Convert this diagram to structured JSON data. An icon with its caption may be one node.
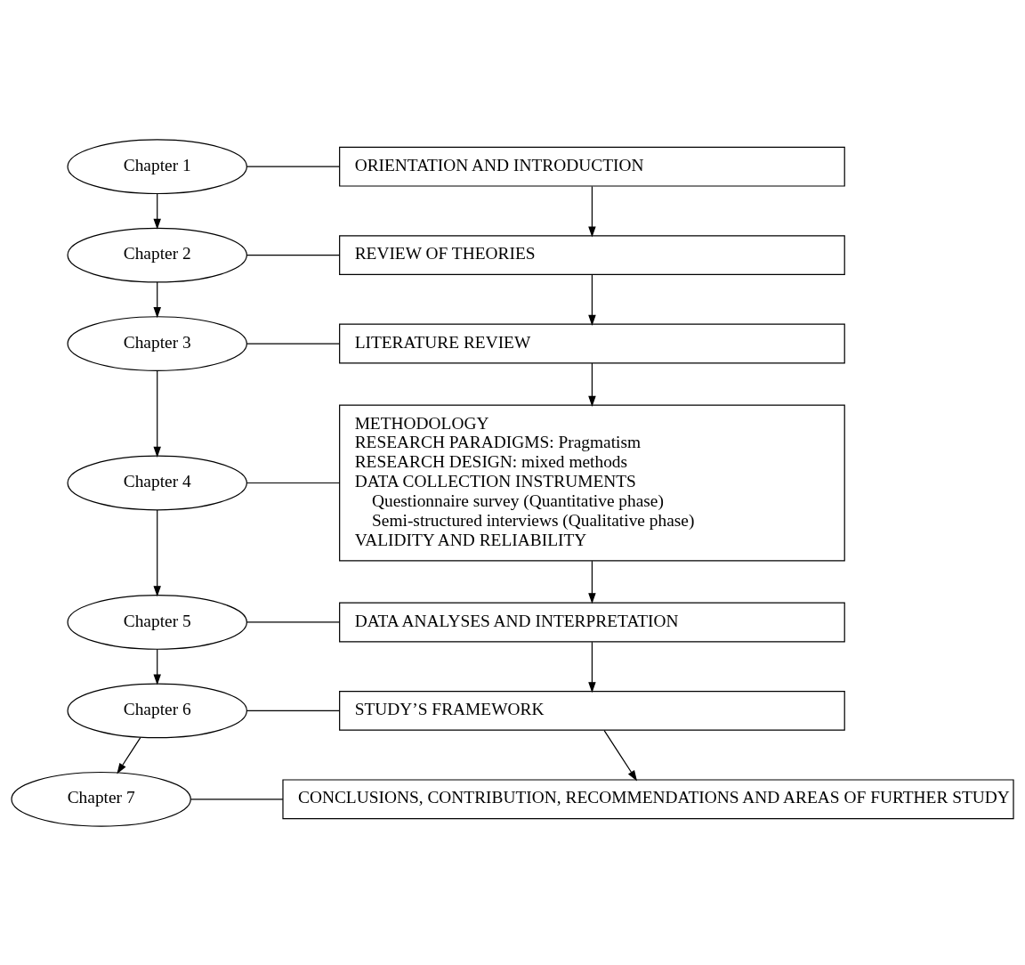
{
  "diagram": {
    "nodes": [
      {
        "text": [
          "Chapter 1"
        ]
      },
      {
        "text": [
          "Chapter 2"
        ]
      },
      {
        "text": [
          "Chapter 3"
        ]
      },
      {
        "text": [
          "Chapter 4"
        ]
      },
      {
        "text": [
          "Chapter 5"
        ]
      },
      {
        "text": [
          "Chapter 6"
        ]
      },
      {
        "text": [
          "Chapter 7"
        ]
      },
      {
        "text": [
          "ORIENTATION AND INTRODUCTION"
        ]
      },
      {
        "text": [
          "REVIEW OF THEORIES"
        ]
      },
      {
        "text": [
          "LITERATURE REVIEW"
        ]
      },
      {
        "text": [
          "METHODOLOGY",
          "RESEARCH PARADIGMS: Pragmatism",
          "RESEARCH DESIGN: mixed methods",
          "DATA COLLECTION INSTRUMENTS",
          "Questionnaire survey (Quantitative phase)",
          "Semi-structured interviews (Qualitative phase)",
          "VALIDITY AND RELIABILITY"
        ]
      },
      {
        "text": [
          "DATA ANALYSES AND INTERPRETATION"
        ]
      },
      {
        "text": [
          "STUDY’S FRAMEWORK"
        ]
      },
      {
        "text": [
          "CONCLUSIONS, CONTRIBUTION, RECOMMENDATIONS AND AREAS OF FURTHER STUDY"
        ]
      }
    ],
    "edges": [
      {
        "from": 0,
        "to": 7,
        "arrow": "none"
      },
      {
        "from": 0,
        "to": 1,
        "arrow": "to"
      },
      {
        "from": 7,
        "to": 8,
        "arrow": "to"
      },
      {
        "from": 1,
        "to": 8,
        "arrow": "none"
      },
      {
        "from": 1,
        "to": 2,
        "arrow": "to"
      },
      {
        "from": 8,
        "to": 9,
        "arrow": "to"
      },
      {
        "from": 2,
        "to": 9,
        "arrow": "none"
      },
      {
        "from": 2,
        "to": 3,
        "arrow": "to"
      },
      {
        "from": 9,
        "to": 10,
        "arrow": "to"
      },
      {
        "from": 3,
        "to": 10,
        "arrow": "none"
      },
      {
        "from": 3,
        "to": 4,
        "arrow": "to"
      },
      {
        "from": 10,
        "to": 11,
        "arrow": "to"
      },
      {
        "from": 4,
        "to": 11,
        "arrow": "none"
      },
      {
        "from": 4,
        "to": 5,
        "arrow": "to"
      },
      {
        "from": 11,
        "to": 12,
        "arrow": "to"
      },
      {
        "from": 5,
        "to": 12,
        "arrow": "none"
      },
      {
        "from": 5,
        "to": 6,
        "arrow": "to"
      },
      {
        "from": 12,
        "to": 13,
        "arrow": "to"
      },
      {
        "from": 6,
        "to": 13,
        "arrow": "none"
      }
    ]
  }
}
